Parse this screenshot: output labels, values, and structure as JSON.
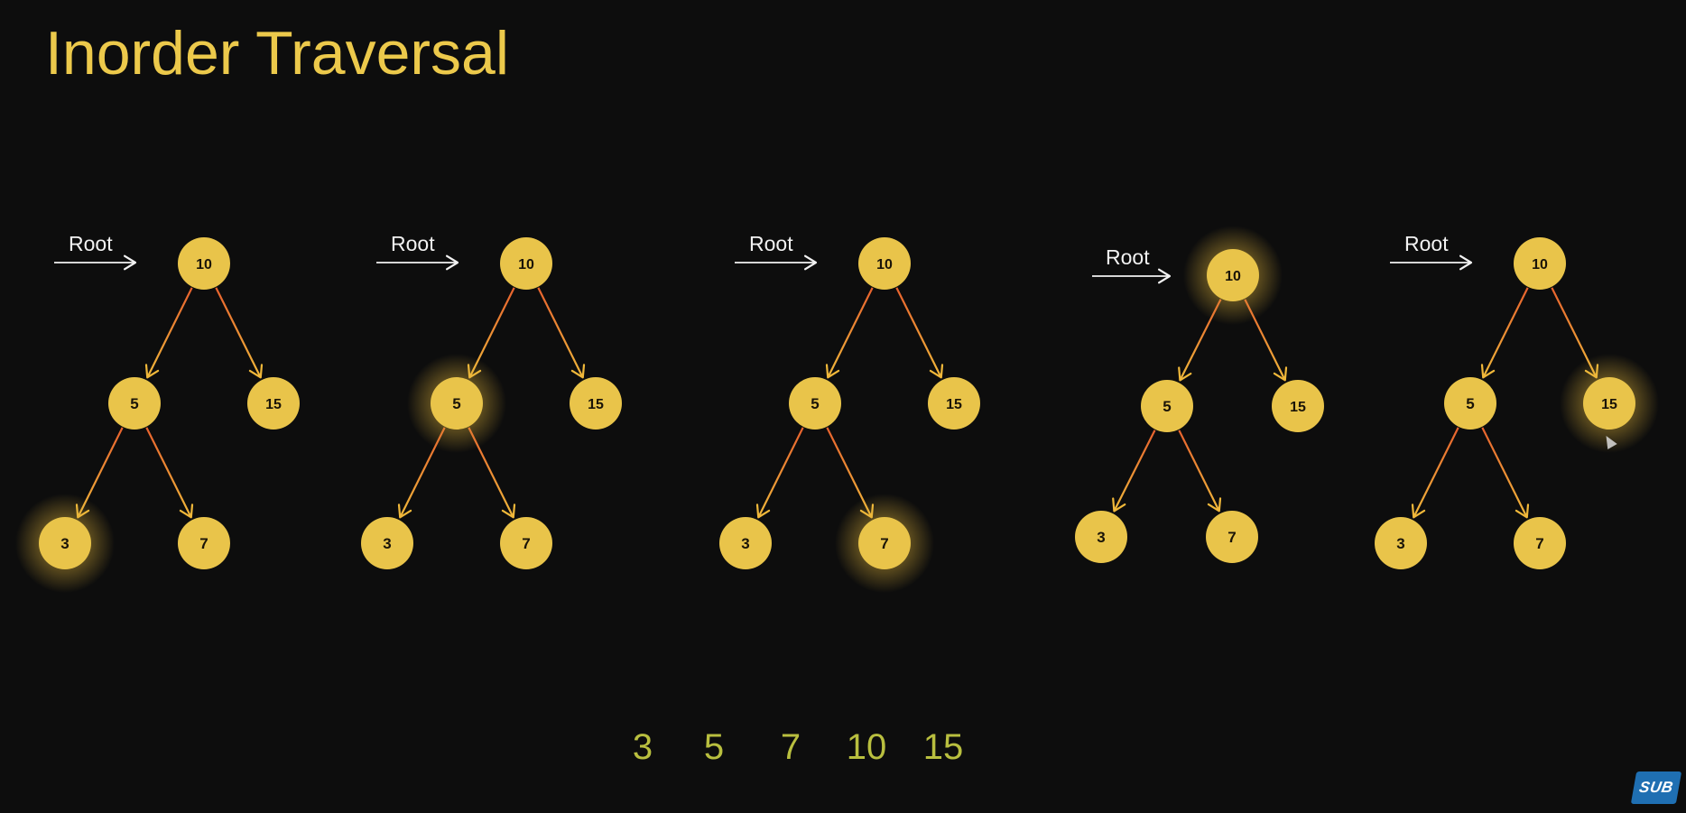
{
  "title": "Inorder Traversal",
  "root_label": "Root",
  "colors": {
    "background": "#0d0d0d",
    "title": "#ecc94b",
    "node_fill": "#e9c44a",
    "node_text": "#1a1408",
    "edge_start": "#e8622e",
    "edge_end": "#f0b83a",
    "highlight_glow": "#f3d35a",
    "result_text": "#b9bf3f",
    "root_label": "#f2f2f2"
  },
  "tree": {
    "nodes": [
      {
        "id": "n10",
        "label": "10"
      },
      {
        "id": "n5",
        "label": "5"
      },
      {
        "id": "n15",
        "label": "15"
      },
      {
        "id": "n3",
        "label": "3"
      },
      {
        "id": "n7",
        "label": "7"
      }
    ],
    "edges": [
      {
        "from": "n10",
        "to": "n5"
      },
      {
        "from": "n10",
        "to": "n15"
      },
      {
        "from": "n5",
        "to": "n3"
      },
      {
        "from": "n5",
        "to": "n7"
      }
    ]
  },
  "steps": [
    {
      "highlight": "n3"
    },
    {
      "highlight": "n5"
    },
    {
      "highlight": "n7"
    },
    {
      "highlight": "n10"
    },
    {
      "highlight": "n15"
    }
  ],
  "result_sequence": [
    "3",
    "5",
    "7",
    "10",
    "15"
  ],
  "badge": {
    "label": "SUB",
    "color": "#1f6fb2"
  },
  "icons": {
    "cursor": "pointer-cursor-icon"
  }
}
